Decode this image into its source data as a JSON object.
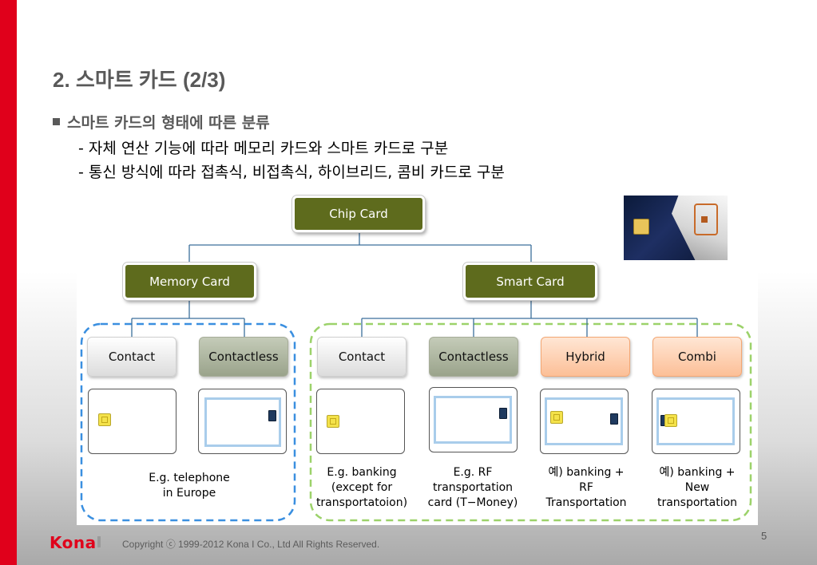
{
  "slide": {
    "title": "2. 스마트 카드 (2/3)",
    "bullet": "스마트 카드의 형태에 따른 분류",
    "sub_points": [
      "- 자체 연산 기능에 따라 메모리 카드와 스마트 카드로 구분",
      "- 통신 방식에 따라 접촉식, 비접촉식, 하이브리드, 콤비 카드로 구분"
    ]
  },
  "diagram": {
    "root": "Chip Card",
    "memory": "Memory Card",
    "smart": "Smart Card",
    "memory_contact": "Contact",
    "memory_contactless": "Contactless",
    "smart_contact": "Contact",
    "smart_contactless": "Contactless",
    "hybrid": "Hybrid",
    "combi": "Combi",
    "captions": {
      "memory": [
        "E.g. telephone",
        "in Europe"
      ],
      "contact": [
        "E.g. banking",
        "(except for",
        "transportatoion)"
      ],
      "contactless": [
        "E.g. RF",
        "transportation",
        "card (T−Money)"
      ],
      "hybrid": [
        "예) banking +",
        "RF",
        "Transportation"
      ],
      "combi": [
        "예) banking +",
        "New",
        "transportation"
      ]
    },
    "colors": {
      "green": "#5e6b1d",
      "memory_group_border": "#3a8fe0",
      "smart_group_border": "#9cd26a",
      "connector": "#3c6f9c"
    }
  },
  "footer": {
    "logo": "Kona",
    "copyright": "Copyright ⓒ 1999-2012 Kona I Co., Ltd  All Rights Reserved.",
    "page": "5"
  }
}
